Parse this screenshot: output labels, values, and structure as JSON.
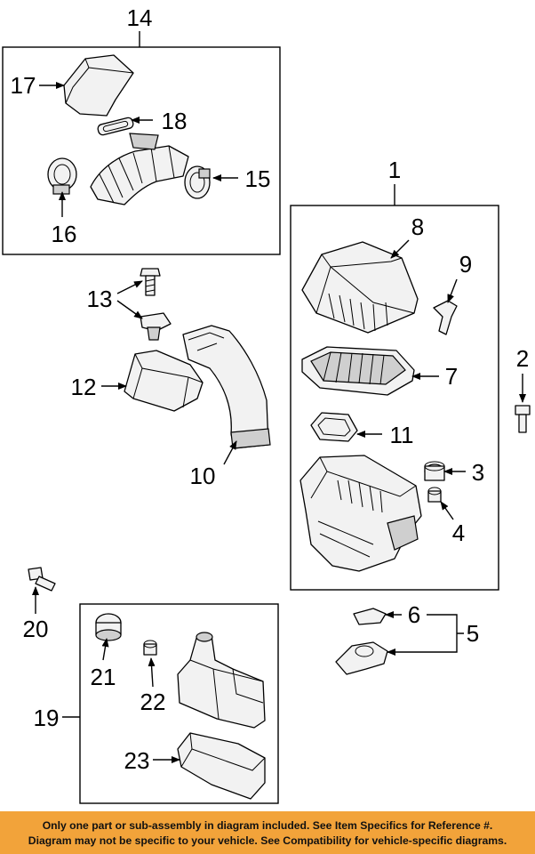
{
  "callouts": {
    "c1": "1",
    "c2": "2",
    "c3": "3",
    "c4": "4",
    "c5": "5",
    "c6": "6",
    "c7": "7",
    "c8": "8",
    "c9": "9",
    "c10": "10",
    "c11": "11",
    "c12": "12",
    "c13": "13",
    "c14": "14",
    "c15": "15",
    "c16": "16",
    "c17": "17",
    "c18": "18",
    "c19": "19",
    "c20": "20",
    "c21": "21",
    "c22": "22",
    "c23": "23"
  },
  "footer": {
    "line1": "Only one part or sub-assembly in diagram included. See Item Specifics for Reference #.",
    "line2": "Diagram may not be specific to your vehicle. See Compatibility for vehicle-specific diagrams."
  },
  "colors": {
    "footer_background": "#f2a33a",
    "line_color": "#000000"
  }
}
